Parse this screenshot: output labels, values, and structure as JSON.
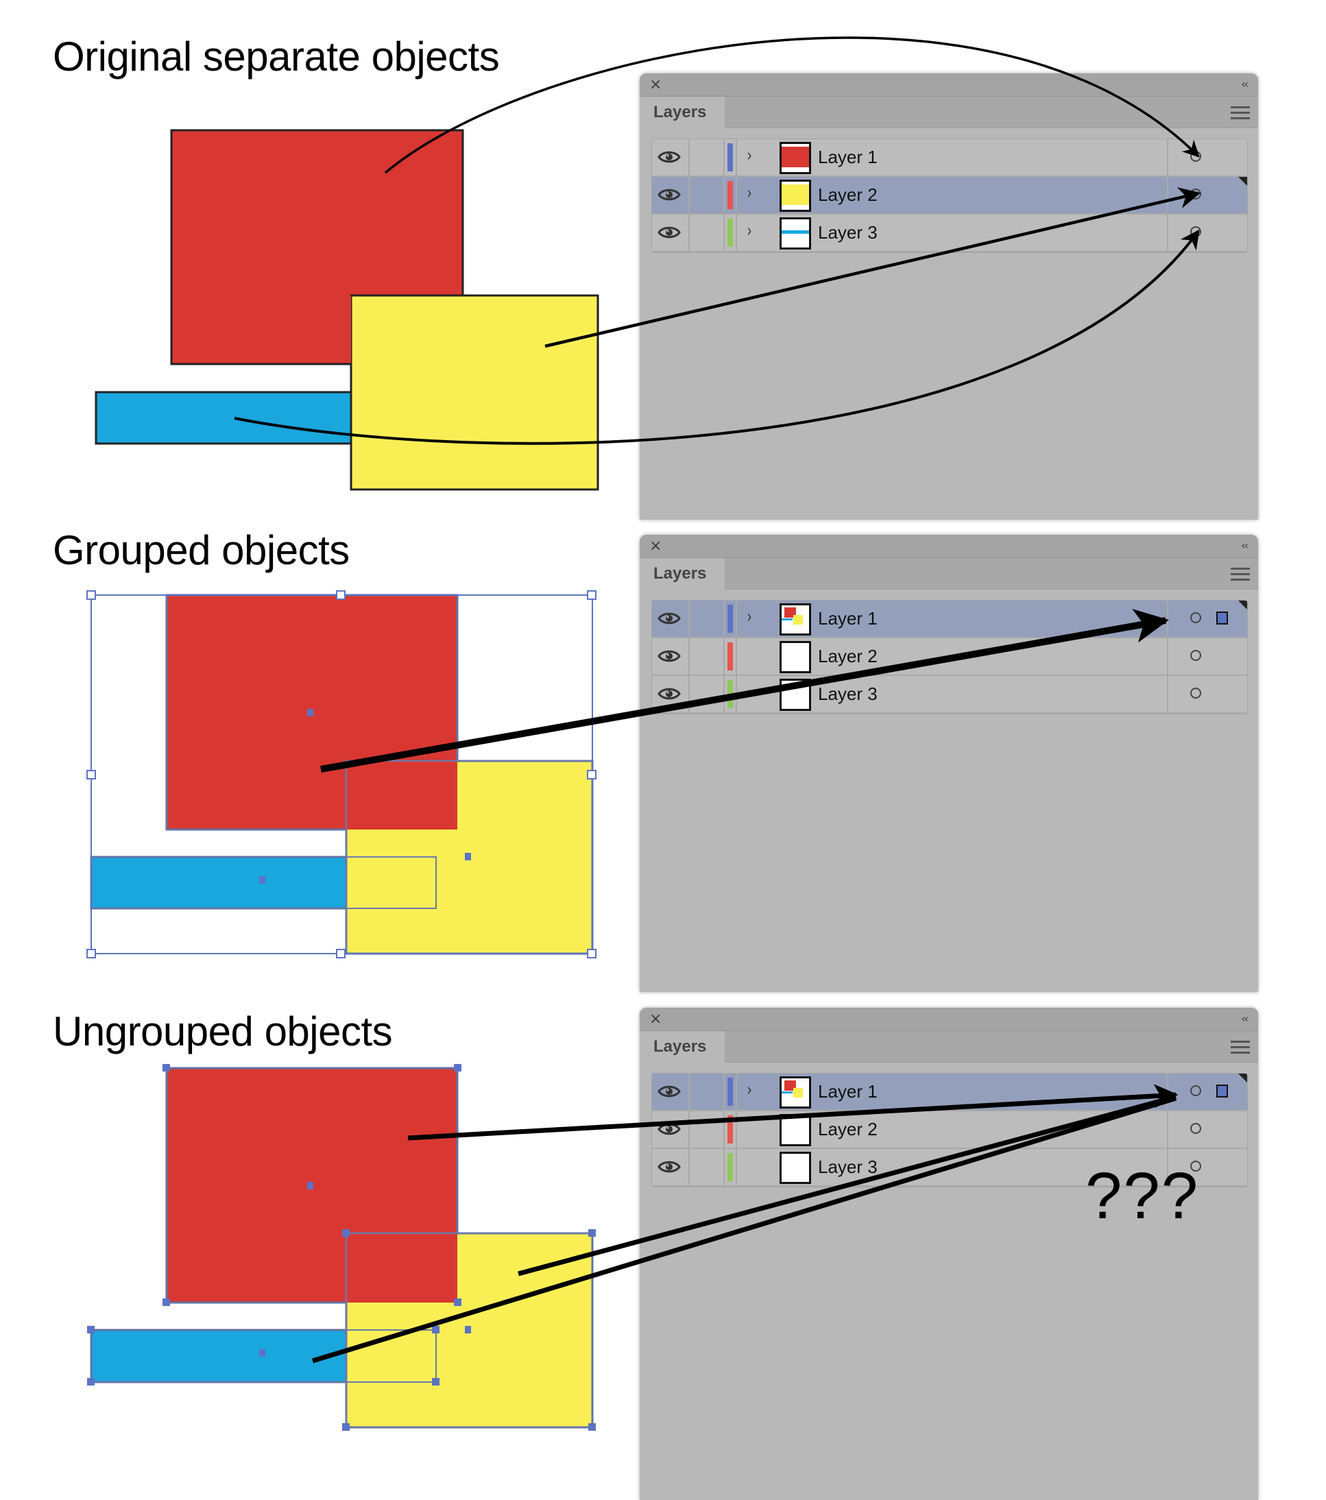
{
  "sections": [
    {
      "heading": "Original separate objects",
      "panel": {
        "tab_label": "Layers",
        "layers": [
          {
            "name": "Layer 1",
            "color": "#5b73c4",
            "expandable": true,
            "thumbnail": "red-rect",
            "selected": false,
            "target_selected": false
          },
          {
            "name": "Layer 2",
            "color": "#e8544f",
            "expandable": true,
            "thumbnail": "yellow-rect",
            "selected": true,
            "target_selected": false
          },
          {
            "name": "Layer 3",
            "color": "#8fc85a",
            "expandable": true,
            "thumbnail": "blue-bar",
            "selected": false,
            "target_selected": false
          }
        ]
      }
    },
    {
      "heading": "Grouped objects",
      "panel": {
        "tab_label": "Layers",
        "layers": [
          {
            "name": "Layer 1",
            "color": "#5b73c4",
            "expandable": true,
            "thumbnail": "group",
            "selected": true,
            "target_selected": true
          },
          {
            "name": "Layer 2",
            "color": "#e8544f",
            "expandable": false,
            "thumbnail": "empty",
            "selected": false,
            "target_selected": false
          },
          {
            "name": "Layer 3",
            "color": "#8fc85a",
            "expandable": false,
            "thumbnail": "empty",
            "selected": false,
            "target_selected": false
          }
        ]
      }
    },
    {
      "heading": "Ungrouped objects",
      "panel": {
        "tab_label": "Layers",
        "layers": [
          {
            "name": "Layer 1",
            "color": "#5b73c4",
            "expandable": true,
            "thumbnail": "group",
            "selected": true,
            "target_selected": true
          },
          {
            "name": "Layer 2",
            "color": "#e8544f",
            "expandable": false,
            "thumbnail": "empty",
            "selected": false,
            "target_selected": false
          },
          {
            "name": "Layer 3",
            "color": "#8fc85a",
            "expandable": false,
            "thumbnail": "empty",
            "selected": false,
            "target_selected": false
          }
        ]
      },
      "annotation": "???"
    }
  ],
  "icons": {
    "close": "×",
    "collapse": "‹‹",
    "chevron": "›",
    "menu": "hamburger-icon",
    "eye": "eye-icon"
  },
  "colors": {
    "red": "#d93731",
    "yellow": "#f9ef55",
    "blue": "#1aa7de",
    "selection": "#5b73c4",
    "panel_bg": "#b8b8b8",
    "row_selected": "#94a0bb"
  }
}
